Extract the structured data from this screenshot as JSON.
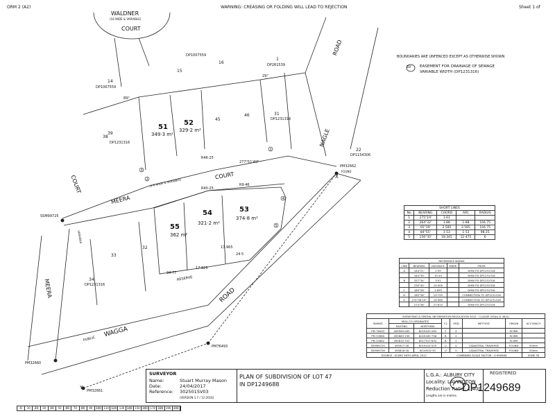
{
  "header": {
    "form_ref": "ORM 2 (A2)",
    "warning": "WARNING: CREASING OR FOLDING WILL LEAD TO REJECTION",
    "sheet": "Sheet 1 of"
  },
  "notes": {
    "boundaries": "BOUNDARIES ARE UNFENCED EXCEPT AS OTHERWISE SHOWN",
    "easement_symbol": "SV",
    "easement_text_1": "EASEMENT FOR DRAINAGE OF SEWAGE",
    "easement_text_2": "VARIABLE WIDTH (DP1231316)"
  },
  "map": {
    "roads": {
      "waldner": "WALDNER",
      "waldner_court": "COURT",
      "waldner_width": "(18 WIDE & VARIABLE)",
      "nagle": "NAGLE",
      "nagle_road": "ROAD",
      "meera_court_1": "MEERA",
      "meera_court_2": "COURT",
      "meera_width": "(9-6 WIDE & VARIABLE)",
      "court_left": "COURT",
      "meera_left": "MEERA",
      "wagga": "WAGGA",
      "wagga_road": "ROAD",
      "public_reserve": "PUBLIC",
      "reserve": "RESERVE",
      "variable": "VARIABLE"
    },
    "lots": [
      {
        "num": "51",
        "area": "349·3 m²"
      },
      {
        "num": "52",
        "area": "329·2 m²"
      },
      {
        "num": "54",
        "area": "321·2 m²"
      },
      {
        "num": "53",
        "area": "374·8 m²"
      },
      {
        "num": "55",
        "area": "362 m²"
      }
    ],
    "neighbours": [
      {
        "id": "15",
        "dp": ""
      },
      {
        "id": "14",
        "dp": "DP1067559"
      },
      {
        "id": "16",
        "dp": ""
      },
      {
        "id": "1",
        "dp": "DP1007559"
      },
      {
        "id": "1b",
        "dp": "DP261539"
      },
      {
        "id": "39",
        "dp": ""
      },
      {
        "id": "38",
        "dp": "DP1231316"
      },
      {
        "id": "45",
        "dp": ""
      },
      {
        "id": "46",
        "dp": ""
      },
      {
        "id": "31",
        "dp": "DP1231316"
      },
      {
        "id": "22",
        "dp": "DP1154306"
      },
      {
        "id": "33",
        "dp": ""
      },
      {
        "id": "34",
        "dp": "DP1231316"
      },
      {
        "id": "32",
        "dp": ""
      }
    ],
    "marks": {
      "pm32662": "PM32662",
      "found": "FOUND",
      "ssm": "SSM99725",
      "pm76493": "PM76493",
      "pm32660": "PM32660",
      "pm32661": "PM32661"
    },
    "bearings": {
      "b1": "89°",
      "b2": "29°",
      "b3": "277°51'40\"",
      "b4": "R46·25",
      "b5": "R40·25",
      "b6": "R9·46",
      "b7": "34·77",
      "b8": "17·825",
      "b9": "13·965",
      "b10": "24·5"
    },
    "x_label": "X",
    "y_label": "Y"
  },
  "short_lines": {
    "title": "SHORT LINES",
    "headers": [
      "No",
      "BEARING",
      "CHORD",
      "ARC",
      "RADIUS"
    ],
    "rows": [
      [
        "1",
        "275°19'",
        "1·61",
        "",
        ""
      ],
      [
        "2",
        "264°32'",
        "1·88",
        "1·88",
        "104·75"
      ],
      [
        "3",
        "65°19'",
        "2·585",
        "2·585",
        "104·75"
      ],
      [
        "4",
        "84°55'",
        "1·53",
        "1·53",
        "98·25"
      ],
      [
        "5",
        "156°35'",
        "18·345",
        "12·475",
        "6"
      ]
    ]
  },
  "ref_marks": {
    "title": "REFERENCE MARKS",
    "headers": [
      "LINE",
      "BEARING",
      "DISTANCE",
      "MARK",
      "FROM"
    ],
    "rows": [
      [
        "A",
        "184°21'",
        "2·05",
        "",
        "DHW FD DP1231316"
      ],
      [
        "",
        "184°39'",
        "10·45",
        "",
        "DHW FD DP1231316"
      ],
      [
        "B",
        "337°34'",
        "3·51",
        "",
        "DHW FD DP1231316"
      ],
      [
        "",
        "230°40'",
        "10·405",
        "",
        "DHW FD DP1231316"
      ],
      [
        "C",
        "185°28'",
        "1·835",
        "",
        "DHW FD DP1231316"
      ],
      [
        "D",
        "185°28'",
        "19·725",
        "",
        "CONNECTION TO DP1231316"
      ],
      [
        "E",
        "274°28'10\"",
        "16·585",
        "",
        "CONNECTION TO DP1231316"
      ],
      [
        "",
        "274°38'",
        "27·615",
        "",
        "DHW FD DP1231316"
      ]
    ]
  },
  "survey_info": {
    "title": "SURVEYING & SPATIAL INFORMATION REGULATION 2012 · CLAUSE (55(b) & 49(l))",
    "headers": [
      "MARKS",
      "EASTING",
      "NORTHING",
      "CL",
      "ORD",
      "METHOD",
      "ORIGIN",
      "ACCURACY"
    ],
    "coord_header": "MGA CO-ORDINATES",
    "rows": [
      [
        "PM 76493",
        "495999·063",
        "6019443·283",
        "C",
        "4",
        "",
        "SCIMS",
        ""
      ],
      [
        "PM 32660",
        "495663·199",
        "6019185·758",
        "B",
        "2",
        "",
        "SCIMS",
        ""
      ],
      [
        "PM 32662",
        "495810·702",
        "6017517·832",
        "B",
        "2",
        "",
        "SCIMS",
        ""
      ],
      [
        "SSM99725",
        "495917·28",
        "6019414·525",
        "U",
        "U",
        "CADASTRAL TRAVERSE",
        "FOUND",
        "50mm"
      ],
      [
        "SSM99726",
        "495818·16",
        "6019532·93",
        "U",
        "U",
        "CADASTRAL TRAVERSE",
        "FOUND",
        "50mm"
      ]
    ],
    "source": "SOURCE : SCIMS 26TH APRIL 2017",
    "scale_factor": "COMBINED SCALE FACTOR : 0·999569",
    "zone": "ZONE 55"
  },
  "title_block": {
    "surveyor_heading": "SURVEYOR",
    "name_label": "Name:",
    "name_value": "Stuart Murray Mason",
    "date_label": "Date:",
    "date_value": "24/04/2017",
    "ref_label": "Reference:",
    "ref_value": "302501SV03",
    "version": "(VERSION 1.7 / 12-2016)",
    "plan_title_1": "PLAN OF SUBDIVISION OF LOT 47",
    "plan_title_2": "IN DP1249688",
    "lga": "L.G.A.: ALBURY CITY",
    "locality": "Locality: LAVINGTON",
    "ratio": "Reduction Ratio: 1:400",
    "lengths": "Lengths are in metres.",
    "registered": "REGISTERED",
    "dp_number": "DP1249689"
  },
  "scale_bar": [
    "0",
    "10",
    "20",
    "30",
    "40",
    "50",
    "60",
    "70",
    "80",
    "90",
    "100",
    "110",
    "120",
    "130",
    "140",
    "150",
    "160",
    "170",
    "180",
    "190",
    "200"
  ]
}
